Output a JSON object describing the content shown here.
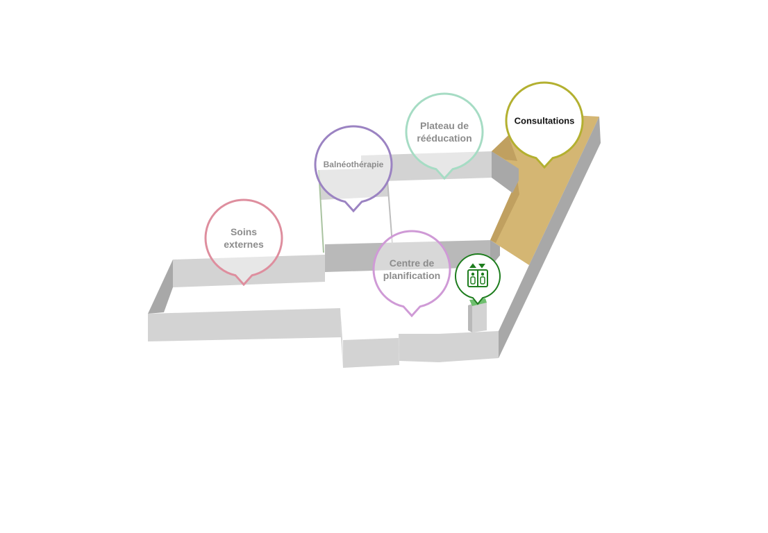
{
  "map": {
    "colors": {
      "wall_light": "#d3d3d3",
      "wall_mid": "#b9b9b9",
      "wall_dark": "#a8a8a8",
      "highlight_zone": "#d4b673",
      "highlight_zone_dark": "#c0a060"
    },
    "markers": [
      {
        "id": "soins-externes",
        "lines": [
          "Soins",
          "externes"
        ],
        "color": "#de8e9e",
        "text_color": "#8c8c8c",
        "active": false
      },
      {
        "id": "balneotherapie",
        "lines": [
          "Balnéothérapie"
        ],
        "color": "#9b83c2",
        "text_color": "#8c8c8c",
        "active": false
      },
      {
        "id": "plateau-reeducation",
        "lines": [
          "Plateau de",
          "rééducation"
        ],
        "color": "#a6dcc4",
        "text_color": "#8c8c8c",
        "active": false
      },
      {
        "id": "consultations",
        "lines": [
          "Consultations"
        ],
        "color": "#b3b030",
        "text_color": "#111111",
        "active": true
      },
      {
        "id": "centre-planification",
        "lines": [
          "Centre de",
          "planification"
        ],
        "color": "#cf9ad6",
        "text_color": "#8c8c8c",
        "active": false
      }
    ],
    "elevator": {
      "icon": "elevator-icon",
      "color": "#1e7d1e",
      "base_color": "#6fbf6f"
    }
  }
}
